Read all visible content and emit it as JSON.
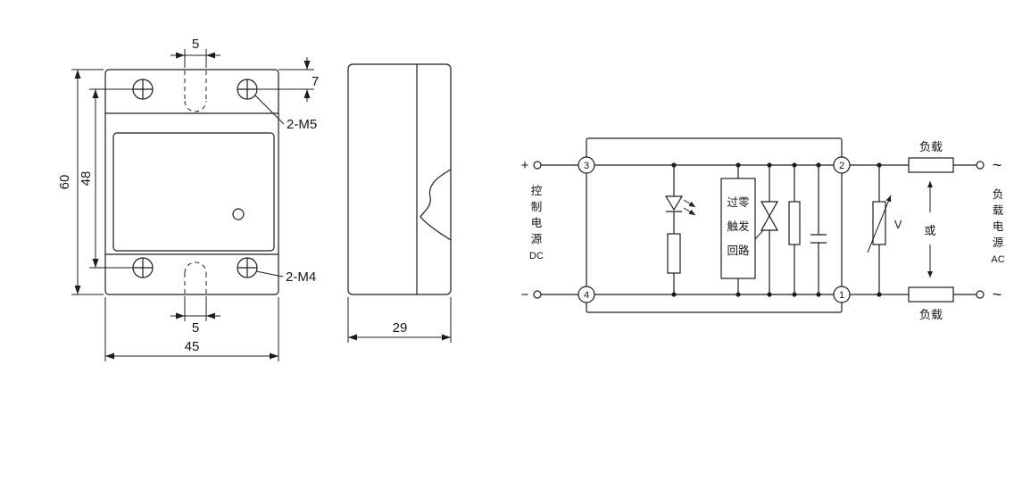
{
  "colors": {
    "ink": "#1d1d1d",
    "background": "#ffffff"
  },
  "front_view": {
    "dim_slot_top": "5",
    "dim_screw_offset": "7",
    "label_screws_top": "2-M5",
    "dim_overall_height": "60",
    "dim_screw_spacing": "48",
    "label_screws_bottom": "2-M4",
    "dim_slot_bottom": "5",
    "dim_overall_width": "45"
  },
  "side_view": {
    "dim_depth": "29"
  },
  "wiring": {
    "terminal_plus": "+",
    "terminal_minus": "−",
    "pin_3": "3",
    "pin_4": "4",
    "pin_2": "2",
    "pin_1": "1",
    "control_supply": [
      "控",
      "制",
      "电",
      "源",
      "DC"
    ],
    "trigger_box": [
      "过零",
      "触发",
      "回路"
    ],
    "varistor_label": "V",
    "or_label": "或",
    "load_label_top": "负载",
    "load_label_bottom": "负载",
    "load_supply": [
      "负",
      "载",
      "电",
      "源",
      "AC"
    ],
    "ac_symbol_top": "~",
    "ac_symbol_bottom": "~"
  }
}
